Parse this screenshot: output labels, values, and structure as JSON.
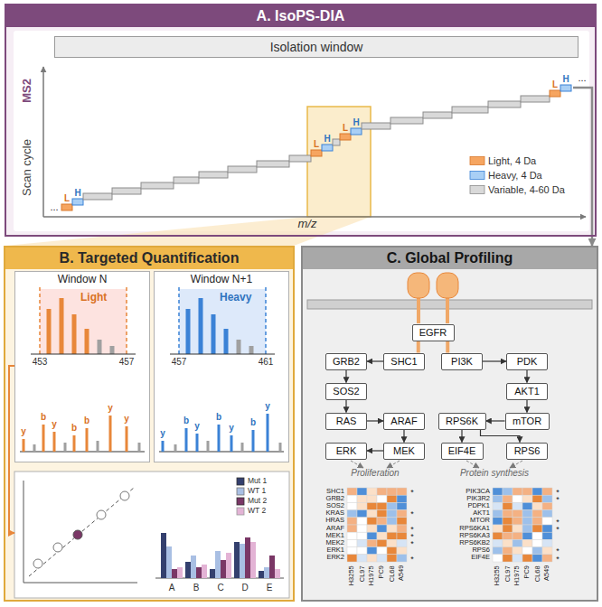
{
  "diagram": {
    "nodes": [
      {
        "text": [
          "A. IsoPS-DIA"
        ]
      },
      {
        "text": [
          "Isolation window"
        ],
        "in": 0
      },
      {
        "text": [
          "B. Targeted Quantification"
        ]
      },
      {
        "text": [
          "Window N",
          "Light"
        ],
        "in": 2
      },
      {
        "text": [
          "Window N+1",
          "Heavy"
        ],
        "in": 2
      },
      {
        "text": [
          "C. Global Profiling"
        ]
      },
      {
        "text": [
          "EGFR"
        ],
        "in": 5
      },
      {
        "text": [
          "GRB2"
        ],
        "in": 5
      },
      {
        "text": [
          "SHC1"
        ],
        "in": 5
      },
      {
        "text": [
          "PI3K"
        ],
        "in": 5
      },
      {
        "text": [
          "PDK"
        ],
        "in": 5
      },
      {
        "text": [
          "SOS2"
        ],
        "in": 5
      },
      {
        "text": [
          "AKT1"
        ],
        "in": 5
      },
      {
        "text": [
          "RAS"
        ],
        "in": 5
      },
      {
        "text": [
          "ARAF"
        ],
        "in": 5
      },
      {
        "text": [
          "RPS6K"
        ],
        "in": 5
      },
      {
        "text": [
          "mTOR"
        ],
        "in": 5
      },
      {
        "text": [
          "ERK"
        ],
        "in": 5
      },
      {
        "text": [
          "MEK"
        ],
        "in": 5
      },
      {
        "text": [
          "EIF4E"
        ],
        "in": 5
      },
      {
        "text": [
          "RPS6"
        ],
        "in": 5
      }
    ],
    "edges": [
      {
        "from": 0,
        "to": 5,
        "arrow": "to"
      },
      {
        "from": 6,
        "to": 8,
        "arrow": "none"
      },
      {
        "from": 6,
        "to": 9,
        "arrow": "none"
      },
      {
        "from": 8,
        "to": 7,
        "arrow": "to"
      },
      {
        "from": 7,
        "to": 11,
        "arrow": "to"
      },
      {
        "from": 11,
        "to": 13,
        "arrow": "to"
      },
      {
        "from": 13,
        "to": 14,
        "arrow": "to"
      },
      {
        "from": 14,
        "to": 18,
        "arrow": "to"
      },
      {
        "from": 18,
        "to": 17,
        "arrow": "to"
      },
      {
        "from": 9,
        "to": 10,
        "arrow": "to"
      },
      {
        "from": 10,
        "to": 12,
        "arrow": "to"
      },
      {
        "from": 12,
        "to": 16,
        "arrow": "to"
      },
      {
        "from": 16,
        "to": 15,
        "arrow": "to"
      },
      {
        "from": 15,
        "to": 19,
        "arrow": "to"
      },
      {
        "from": 15,
        "to": 20,
        "arrow": "to"
      }
    ],
    "labels": [
      "MS2",
      "Scan cycle",
      "m/z",
      "L",
      "H",
      "L",
      "H",
      "L",
      "H",
      "L",
      "H",
      "...",
      "...",
      "453",
      "457",
      "457",
      "461",
      "y",
      "b",
      "y",
      "b",
      "b",
      "y",
      "y",
      "y",
      "b",
      "y",
      "b",
      "y",
      "b",
      "y",
      "A",
      "B",
      "C",
      "D",
      "E",
      "Proliferation",
      "Protein synthesis",
      "SHC1",
      "GRB2",
      "SOS2",
      "KRAS",
      "HRAS",
      "ARAF",
      "MEK1",
      "MEK2",
      "ERK1",
      "ERK2",
      "PIK3CA",
      "PIK3R2",
      "PDPK1",
      "AKT1",
      "MTOR",
      "RPS6KA1",
      "RPS6KA3",
      "RPS6KB2",
      "RPS6",
      "EIF4E",
      "H3255",
      "CL97",
      "H1975",
      "PC9",
      "CL68",
      "A549",
      "H3255",
      "CL97",
      "H1975",
      "PC9",
      "CL68",
      "A549",
      "*",
      "*",
      "*",
      "*",
      "*",
      "*",
      "*",
      "*",
      "*",
      "*",
      "*",
      "*"
    ],
    "legend": [
      {
        "text": "Light, 4 Da",
        "color": "#f6a560"
      },
      {
        "text": "Heavy, 4 Da",
        "color": "#a9cff5"
      },
      {
        "text": "Variable, 4-60 Da",
        "color": "#d9d9d9"
      },
      {
        "text": "Mut 1",
        "color": "#34406e"
      },
      {
        "text": "WT 1",
        "color": "#a9bfe3"
      },
      {
        "text": "Mut 2",
        "color": "#7a3766"
      },
      {
        "text": "WT 2",
        "color": "#e3b3d5"
      }
    ]
  }
}
